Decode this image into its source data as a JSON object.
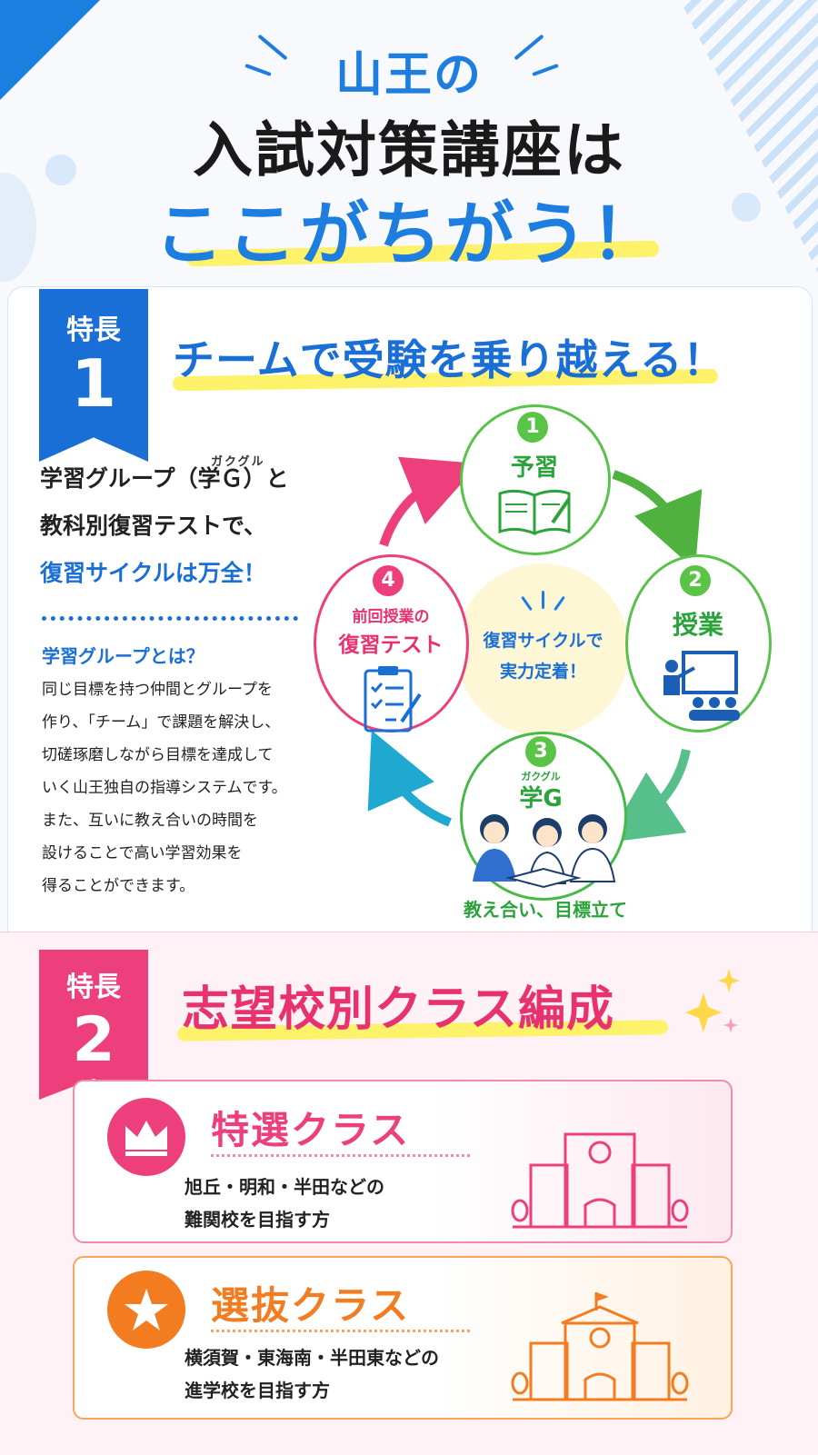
{
  "header": {
    "line1": "山王の",
    "line2": "入試対策講座は",
    "line3": "ここがちがう！"
  },
  "feature1": {
    "label": "特長",
    "number": "1",
    "headline": "チームで受験を乗り越える！",
    "intro_ruby": "ガクグル",
    "intro_line1": "学習グループ（学Ｇ）と",
    "intro_line2": "教科別復習テストで、",
    "intro_line3": "復習サイクルは万全！",
    "subheading": "学習グループとは？",
    "description_lines": [
      "同じ目標を持つ仲間とグループを",
      "作り、「チーム」で課題を解決し、",
      "切磋琢磨しながら目標を達成して",
      "いく山王独自の指導システムです。",
      "また、互いに教え合いの時間を",
      "設けることで高い学習効果を",
      "得ることができます。"
    ],
    "cycle": {
      "center": [
        "復習サイクルで",
        "実力定着！"
      ],
      "steps": [
        {
          "number": "1",
          "label": "予習",
          "icon": "open-book-icon"
        },
        {
          "number": "2",
          "label": "授業",
          "icon": "teacher-board-icon"
        },
        {
          "number": "3",
          "ruby": "ガクグル",
          "label": "学G",
          "icon": "students-studying-icon"
        },
        {
          "number": "4",
          "label_line1": "前回授業の",
          "label_line2": "復習テスト",
          "icon": "clipboard-checklist-icon"
        }
      ],
      "step3_caption": "教え合い、目標立て"
    }
  },
  "feature2": {
    "label": "特長",
    "number": "2",
    "headline": "志望校別クラス編成",
    "classes": [
      {
        "name": "特選クラス",
        "icon": "crown-icon",
        "desc_line1": "旭丘・明和・半田などの",
        "desc_line2": "難関校を目指す方",
        "color": "#ec3f7c"
      },
      {
        "name": "選抜クラス",
        "icon": "star-icon",
        "desc_line1": "横須賀・東海南・半田東などの",
        "desc_line2": "進学校を目指す方",
        "color": "#f47c20"
      }
    ]
  },
  "colors": {
    "blue": "#1e7ee0",
    "pink": "#ec3f7c",
    "green": "#58c24a",
    "orange": "#f47c20",
    "highlight": "#fff26b"
  }
}
